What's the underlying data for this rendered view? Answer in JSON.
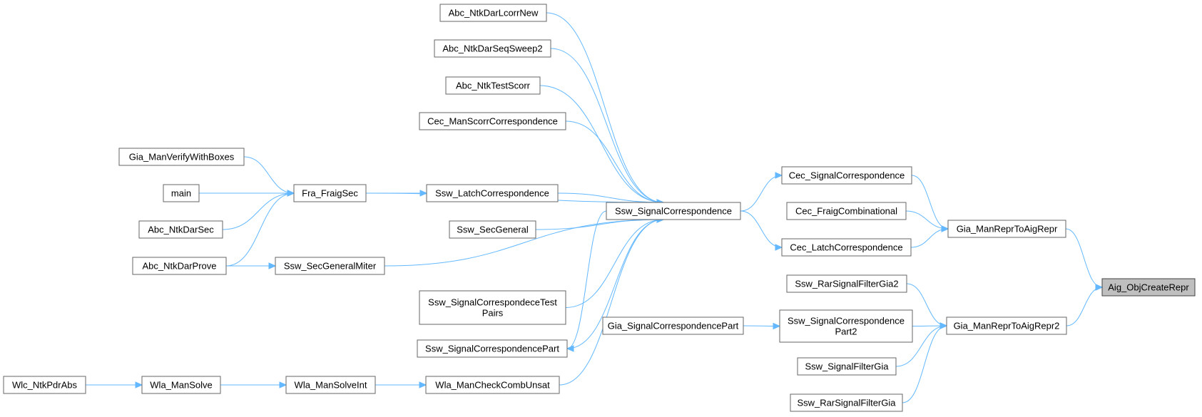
{
  "colors": {
    "edge": "#63b8ff",
    "node_border": "#666666",
    "highlight_fill": "#bfbfbf"
  },
  "nodes": {
    "n_corrnew": [
      "Abc_NtkDarLcorrNew"
    ],
    "n_seqsweep": [
      "Abc_NtkDarSeqSweep2"
    ],
    "n_testscorr": [
      "Abc_NtkTestScorr"
    ],
    "n_cecscorr": [
      "Cec_ManScorrCorrespondence"
    ],
    "n_verifyboxes": [
      "Gia_ManVerifyWithBoxes"
    ],
    "n_main": [
      "main"
    ],
    "n_darsec": [
      "Abc_NtkDarSec"
    ],
    "n_darprove": [
      "Abc_NtkDarProve"
    ],
    "n_fraigsec": [
      "Fra_FraigSec"
    ],
    "n_latchcorr": [
      "Ssw_LatchCorrespondence"
    ],
    "n_secgeneral": [
      "Ssw_SecGeneral"
    ],
    "n_secgenmiter": [
      "Ssw_SecGeneralMiter"
    ],
    "n_sigcorr": [
      "Ssw_SignalCorrespondence"
    ],
    "n_testpairs": [
      "Ssw_SignalCorrespondeceTest",
      "Pairs"
    ],
    "n_sigcorrpart": [
      "Ssw_SignalCorrespondencePart"
    ],
    "n_checkcomb": [
      "Wla_ManCheckCombUnsat"
    ],
    "n_wlc": [
      "Wlc_NtkPdrAbs"
    ],
    "n_wlasolve": [
      "Wla_ManSolve"
    ],
    "n_wlasolveint": [
      "Wla_ManSolveInt"
    ],
    "n_giasigpart": [
      "Gia_SignalCorrespondencePart"
    ],
    "n_cecsig": [
      "Cec_SignalCorrespondence"
    ],
    "n_cecfraig": [
      "Cec_FraigCombinational"
    ],
    "n_ceclatch": [
      "Cec_LatchCorrespondence"
    ],
    "n_rarsig2": [
      "Ssw_RarSignalFilterGia2"
    ],
    "n_sigcorrpart2": [
      "Ssw_SignalCorrespondence",
      "Part2"
    ],
    "n_sigfilter": [
      "Ssw_SignalFilterGia"
    ],
    "n_rarsig": [
      "Ssw_RarSignalFilterGia"
    ],
    "n_reprtoaig": [
      "Gia_ManReprToAigRepr"
    ],
    "n_reprtoaig2": [
      "Gia_ManReprToAigRepr2"
    ],
    "n_objcreate": [
      "Aig_ObjCreateRepr"
    ]
  },
  "highlighted_node": "n_objcreate",
  "edges": [
    [
      "n_corrnew",
      "n_sigcorr"
    ],
    [
      "n_seqsweep",
      "n_sigcorr"
    ],
    [
      "n_testscorr",
      "n_sigcorr"
    ],
    [
      "n_cecscorr",
      "n_sigcorr"
    ],
    [
      "n_fraigsec",
      "n_sigcorr"
    ],
    [
      "n_latchcorr",
      "n_sigcorr"
    ],
    [
      "n_secgeneral",
      "n_sigcorr"
    ],
    [
      "n_secgenmiter",
      "n_sigcorr"
    ],
    [
      "n_testpairs",
      "n_sigcorr"
    ],
    [
      "n_sigcorrpart",
      "n_sigcorr"
    ],
    [
      "n_sigcorr",
      "n_sigcorrpart"
    ],
    [
      "n_checkcomb",
      "n_sigcorr"
    ],
    [
      "n_verifyboxes",
      "n_fraigsec"
    ],
    [
      "n_main",
      "n_fraigsec"
    ],
    [
      "n_darsec",
      "n_fraigsec"
    ],
    [
      "n_darprove",
      "n_fraigsec"
    ],
    [
      "n_fraigsec",
      "n_latchcorr"
    ],
    [
      "n_darprove",
      "n_secgenmiter"
    ],
    [
      "n_wlc",
      "n_wlasolve"
    ],
    [
      "n_wlasolve",
      "n_wlasolveint"
    ],
    [
      "n_wlasolveint",
      "n_checkcomb"
    ],
    [
      "n_sigcorr",
      "n_cecsig"
    ],
    [
      "n_sigcorr",
      "n_ceclatch"
    ],
    [
      "n_cecsig",
      "n_reprtoaig"
    ],
    [
      "n_cecfraig",
      "n_reprtoaig"
    ],
    [
      "n_ceclatch",
      "n_reprtoaig"
    ],
    [
      "n_giasigpart",
      "n_sigcorrpart2"
    ],
    [
      "n_sigcorrpart2",
      "n_reprtoaig2"
    ],
    [
      "n_rarsig2",
      "n_reprtoaig2"
    ],
    [
      "n_sigfilter",
      "n_reprtoaig2"
    ],
    [
      "n_rarsig",
      "n_reprtoaig2"
    ],
    [
      "n_reprtoaig",
      "n_objcreate"
    ],
    [
      "n_reprtoaig2",
      "n_objcreate"
    ]
  ]
}
